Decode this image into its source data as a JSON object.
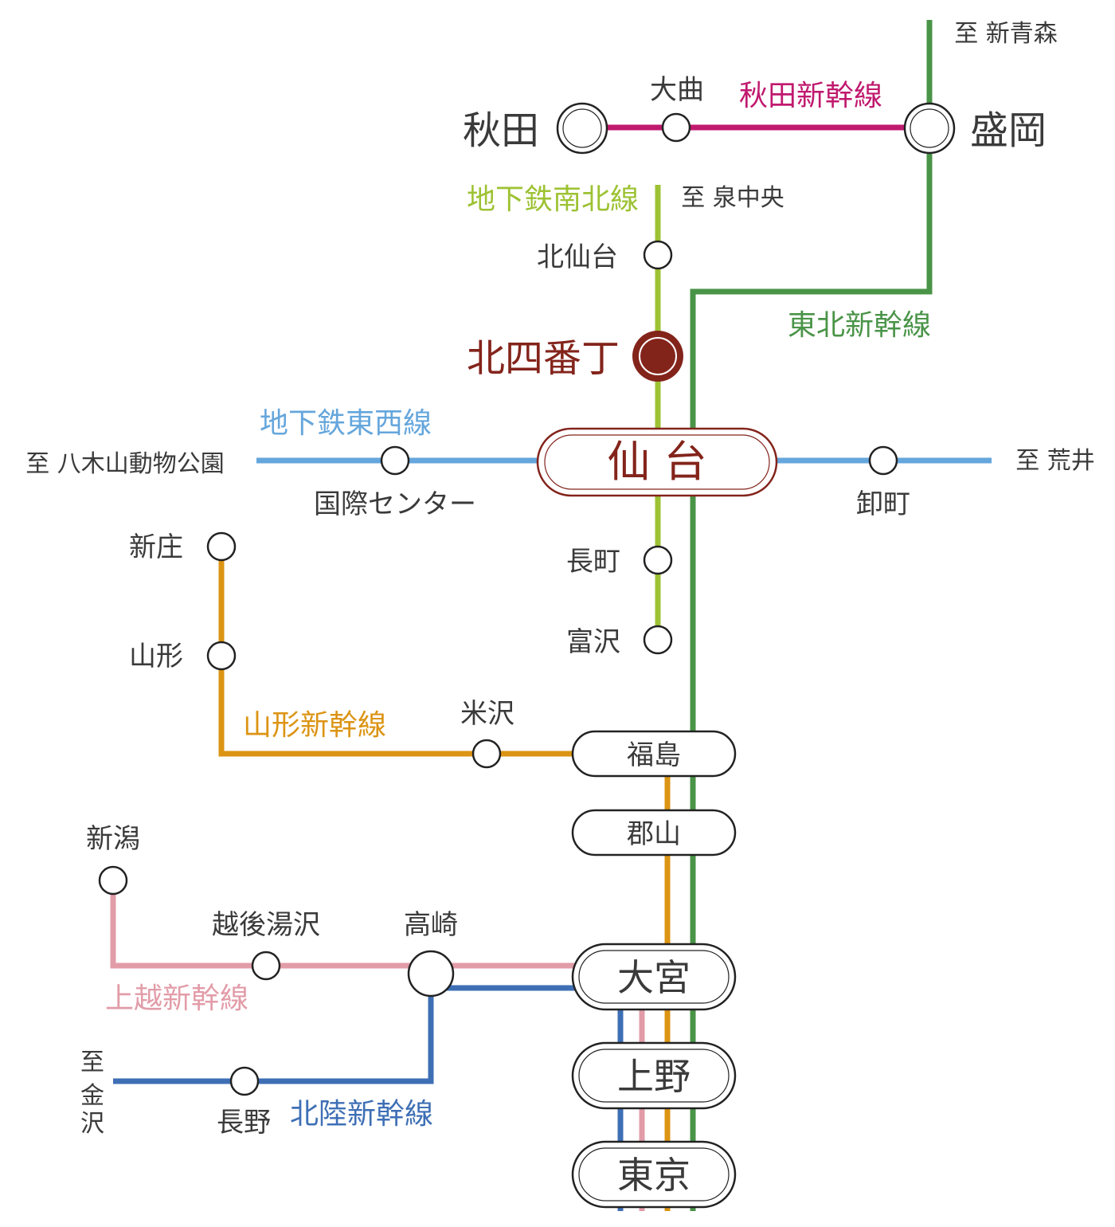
{
  "colors": {
    "tohoku": "#4a9448",
    "akita": "#c0196e",
    "nanboku": "#9dc233",
    "tozai": "#65a6dc",
    "yamagata": "#dc9414",
    "joetsu": "#e29ca8",
    "hokuriku": "#3e6fb5",
    "highlight": "#83241b",
    "sendai_frame": "#83241b",
    "station_stroke": "#222222",
    "text": "#3a3a3a"
  },
  "lines": {
    "tohoku": "東北新幹線",
    "akita": "秋田新幹線",
    "nanboku": "地下鉄南北線",
    "tozai": "地下鉄東西線",
    "yamagata": "山形新幹線",
    "joetsu": "上越新幹線",
    "hokuriku": "北陸新幹線"
  },
  "destinations": {
    "shin_aomori": "至 新青森",
    "izumi_chuo": "至 泉中央",
    "yagiyama": "至 八木山動物公園",
    "arai": "至 荒井",
    "kanazawa": [
      "至",
      "金",
      "沢"
    ]
  },
  "stations": {
    "akita": "秋田",
    "omagari": "大曲",
    "morioka": "盛岡",
    "kitasendai": "北仙台",
    "kitayonbancho": "北四番丁",
    "sendai": "仙 台",
    "kokusai_center": "国際センター",
    "oroshimachi": "卸町",
    "nagamachi": "長町",
    "tomizawa": "富沢",
    "shinjo": "新庄",
    "yamagata": "山形",
    "yonezawa": "米沢",
    "fukushima": "福島",
    "koriyama": "郡山",
    "niigata": "新潟",
    "echigo_yuzawa": "越後湯沢",
    "takasaki": "高崎",
    "nagano": "長野",
    "omiya": "大宮",
    "ueno": "上野",
    "tokyo": "東京"
  }
}
